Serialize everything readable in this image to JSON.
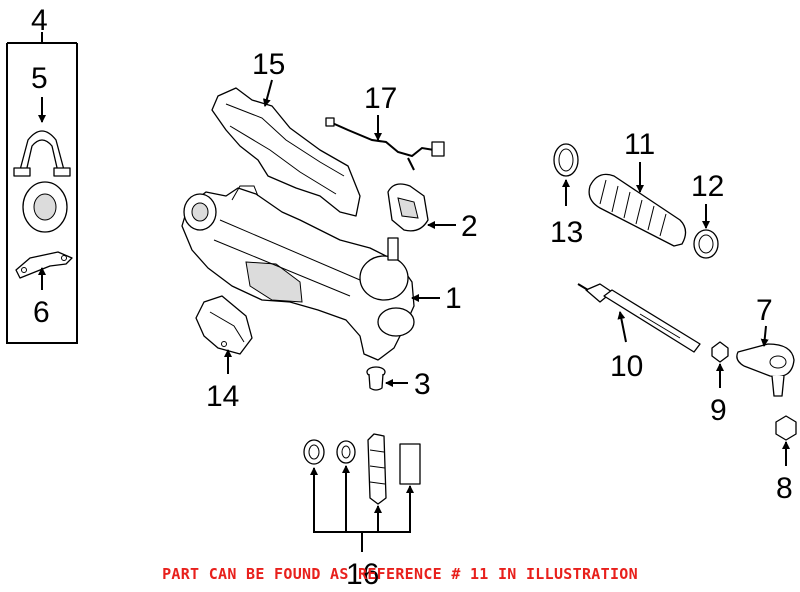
{
  "callouts": {
    "c1": "1",
    "c2": "2",
    "c3": "3",
    "c4": "4",
    "c5": "5",
    "c6": "6",
    "c7": "7",
    "c8": "8",
    "c9": "9",
    "c10": "10",
    "c11": "11",
    "c12": "12",
    "c13": "13",
    "c14": "14",
    "c15": "15",
    "c16": "16",
    "c17": "17"
  },
  "notice": {
    "text": "PART CAN BE FOUND AS REFERENCE # 11 IN ILLUSTRATION",
    "color": "#e8201c"
  }
}
